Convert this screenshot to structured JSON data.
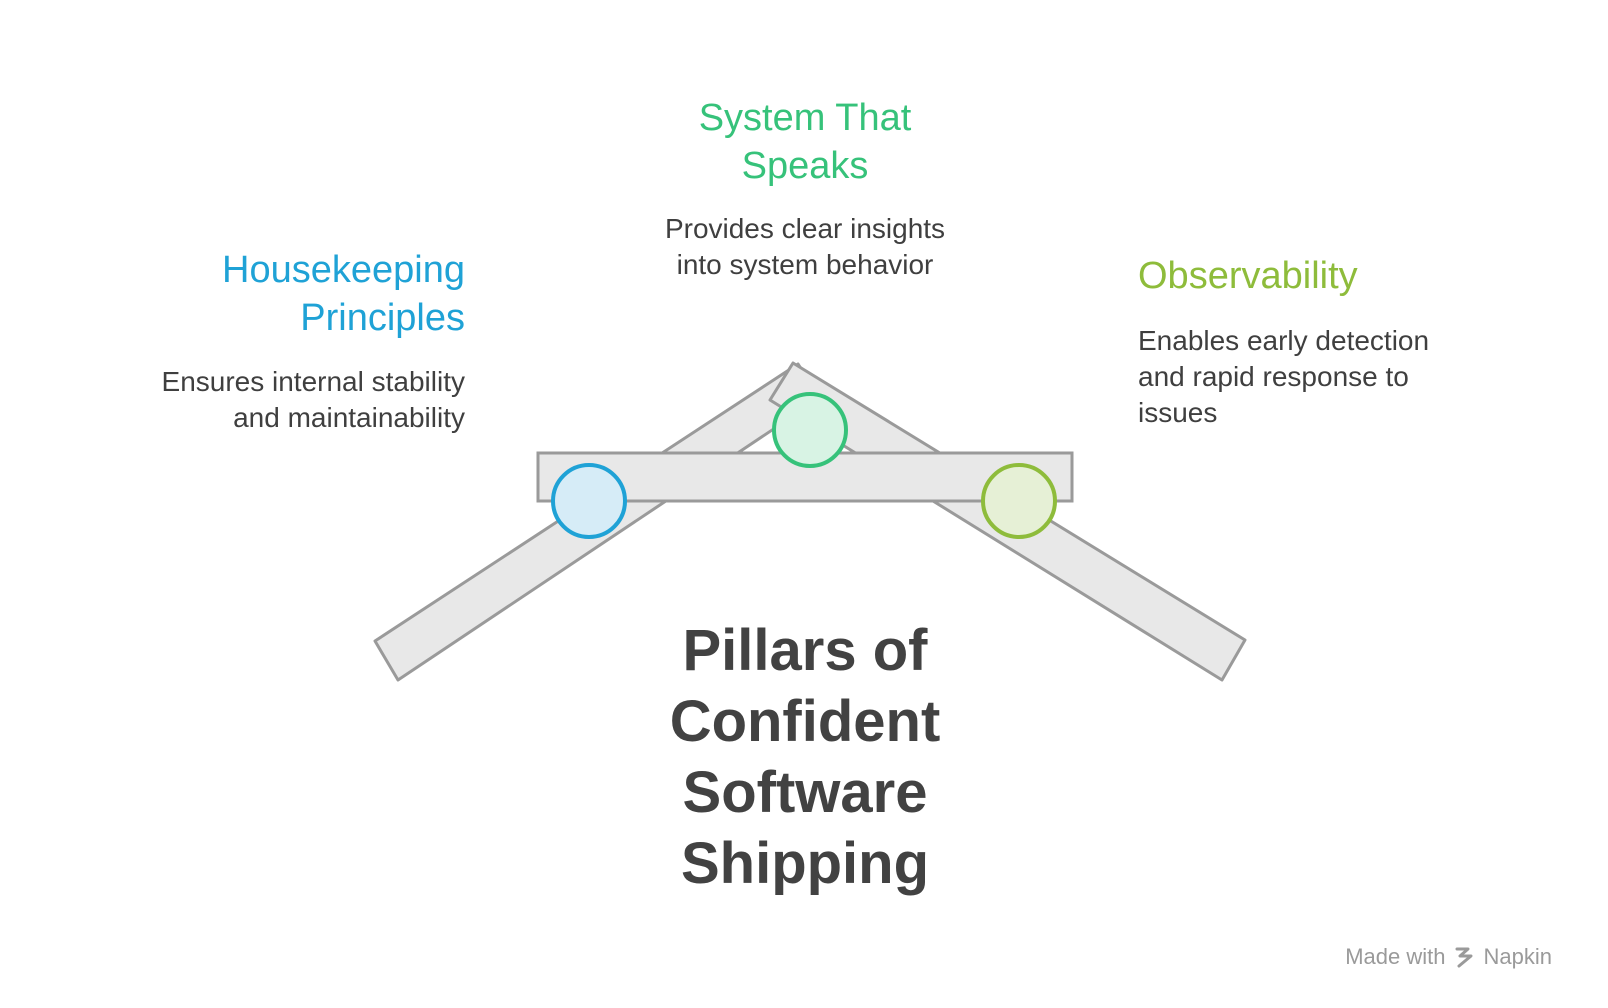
{
  "title": "Pillars of\nConfident\nSoftware\nShipping",
  "pillars": [
    {
      "key": "left",
      "heading": "Housekeeping\nPrinciples",
      "description": "Ensures internal stability\nand maintainability",
      "color": "#1fa2d6",
      "fill": "#d6ecf7"
    },
    {
      "key": "top",
      "heading": "System That\nSpeaks",
      "description": "Provides clear insights\ninto system behavior",
      "color": "#36c27a",
      "fill": "#d8f3e4"
    },
    {
      "key": "right",
      "heading": "Observability",
      "description": "Enables early detection\nand rapid response to\nissues",
      "color": "#8ebc3b",
      "fill": "#e6f0d6"
    }
  ],
  "colors": {
    "beam_fill": "#e8e8e8",
    "beam_stroke": "#9a9a9a",
    "text_dark": "#424242"
  },
  "watermark": {
    "prefix": "Made with",
    "brand": "Napkin",
    "icon": "napkin-logo-icon"
  }
}
